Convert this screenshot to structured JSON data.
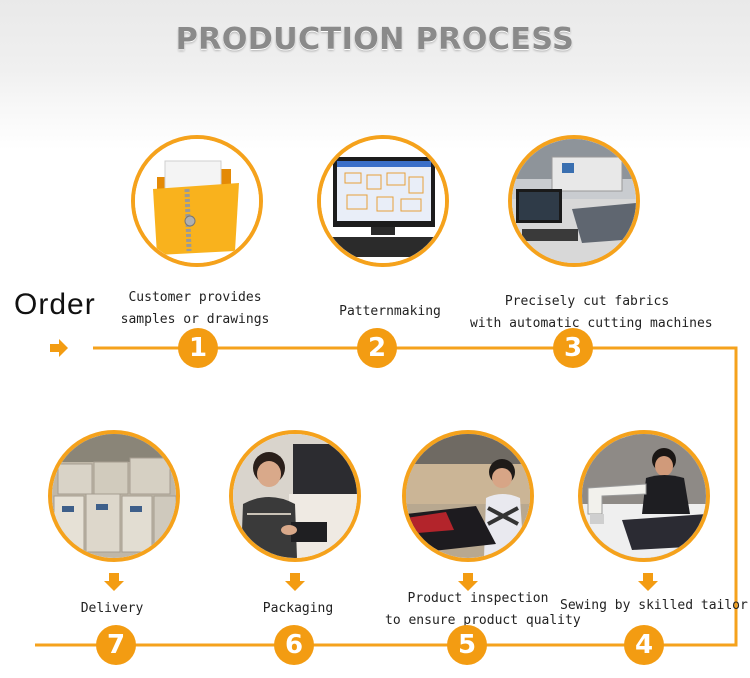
{
  "header": {
    "title": "PRODUCTION PROCESS"
  },
  "order_label": "Order",
  "colors": {
    "accent": "#f39c12",
    "line": "#f5a21c",
    "title": "#8a8a8a"
  },
  "steps": [
    {
      "number": "1",
      "line1": "Customer provides",
      "line2": "samples or drawings",
      "image": "folder-icon"
    },
    {
      "number": "2",
      "line1": "Patternmaking",
      "line2": "",
      "image": "computer-monitor-photo"
    },
    {
      "number": "3",
      "line1": "Precisely cut fabrics",
      "line2": "with automatic cutting machines",
      "image": "cutting-machine-photo"
    },
    {
      "number": "4",
      "line1": "Sewing by skilled tailor",
      "line2": "",
      "image": "sewing-photo"
    },
    {
      "number": "5",
      "line1": "Product inspection",
      "line2": "to ensure product quality",
      "image": "inspection-photo"
    },
    {
      "number": "6",
      "line1": "Packaging",
      "line2": "",
      "image": "packaging-photo"
    },
    {
      "number": "7",
      "line1": "Delivery",
      "line2": "",
      "image": "boxes-photo"
    }
  ]
}
